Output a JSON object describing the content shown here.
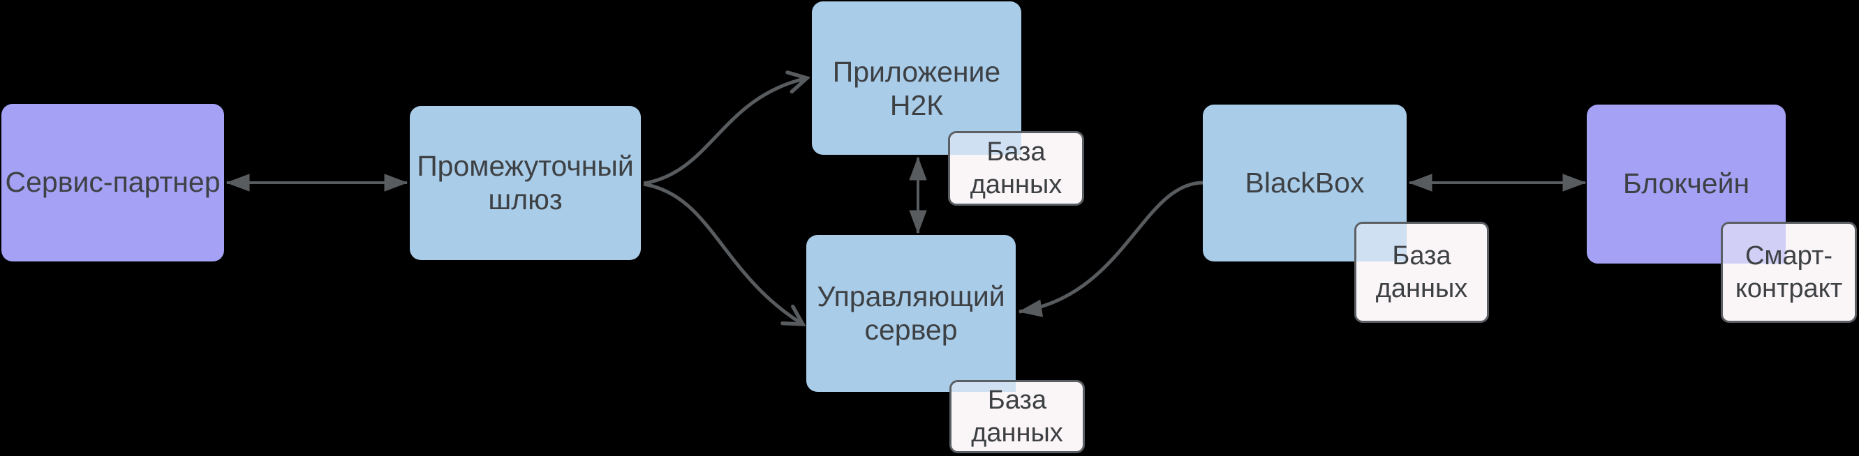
{
  "diagram": {
    "type": "flowchart",
    "background": "#000000",
    "colors": {
      "node_blue": "#a9cce9",
      "node_purple": "#a5a2f6",
      "attachment_fill": "#faf5f7",
      "attachment_border": "#5b5f63",
      "overlap_tint_blue": "#cfe0f2",
      "overlap_tint_purple": "#d2cff6",
      "arrow": "#595c5f",
      "text": "#3e4144"
    },
    "nodes": {
      "service_partner": {
        "label": "Сервис-партнер",
        "color": "#a5a2f6"
      },
      "gateway": {
        "label": "Промежуточный шлюз",
        "color": "#a9cce9"
      },
      "app_h2k": {
        "label": "Приложение Н2К",
        "color": "#a9cce9"
      },
      "control_server": {
        "label": "Управляющий сервер",
        "color": "#a9cce9"
      },
      "blackbox": {
        "label": "BlackBox",
        "color": "#a9cce9"
      },
      "blockchain": {
        "label": "Блокчейн",
        "color": "#a5a2f6"
      }
    },
    "attachments": {
      "app_h2k_db": {
        "label": "База данных",
        "attached_to": "app_h2k"
      },
      "control_server_db": {
        "label": "База данных",
        "attached_to": "control_server"
      },
      "blackbox_db": {
        "label": "База данных",
        "attached_to": "blackbox"
      },
      "smart_contract": {
        "label": "Смарт-контракт",
        "attached_to": "blockchain"
      }
    },
    "edges": [
      {
        "from": "service_partner",
        "to": "gateway",
        "direction": "bidirectional",
        "style": "straight, filled arrowheads"
      },
      {
        "from": "gateway",
        "to": "app_h2k",
        "direction": "forward",
        "style": "curved, open arrowhead"
      },
      {
        "from": "gateway",
        "to": "control_server",
        "direction": "forward",
        "style": "curved, open arrowhead"
      },
      {
        "from": "app_h2k",
        "to": "control_server",
        "direction": "bidirectional",
        "style": "straight vertical, filled arrowheads"
      },
      {
        "from": "blackbox",
        "to": "control_server",
        "direction": "forward",
        "style": "curved, filled arrowhead"
      },
      {
        "from": "blackbox",
        "to": "blockchain",
        "direction": "bidirectional",
        "style": "straight, filled arrowheads"
      }
    ]
  }
}
